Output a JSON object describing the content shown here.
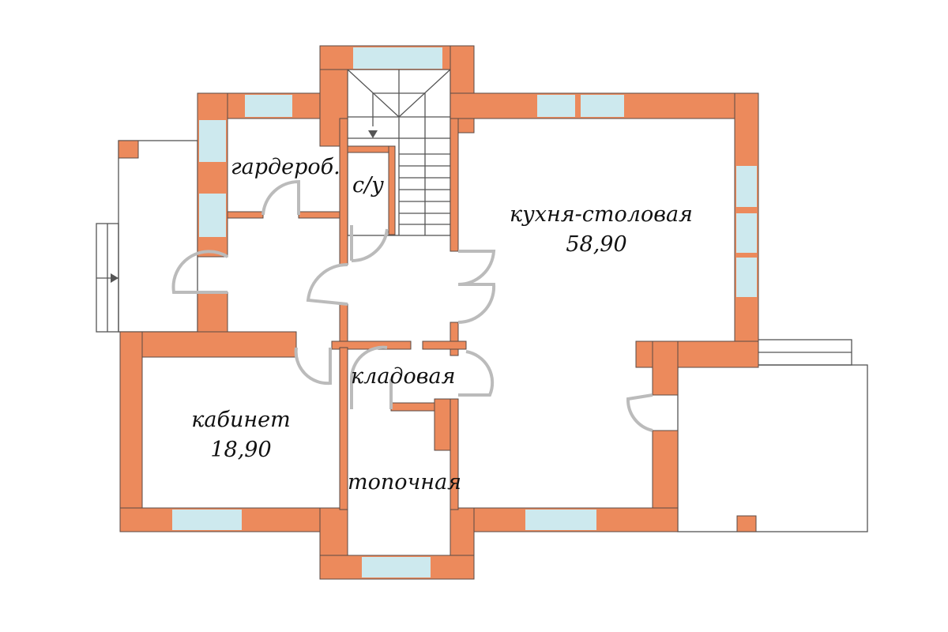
{
  "rooms": {
    "wardrobe": {
      "name": "гардероб."
    },
    "wc": {
      "name": "с/у"
    },
    "kitchen": {
      "name": "кухня-столовая",
      "area": "58,90"
    },
    "pantry": {
      "name": "кладовая"
    },
    "study": {
      "name": "кабинет",
      "area": "18,90"
    },
    "boiler": {
      "name": "топочная"
    }
  },
  "colors": {
    "wall": "#ec8a5c",
    "window": "#cde9ee",
    "door": "#bbbbbb"
  }
}
